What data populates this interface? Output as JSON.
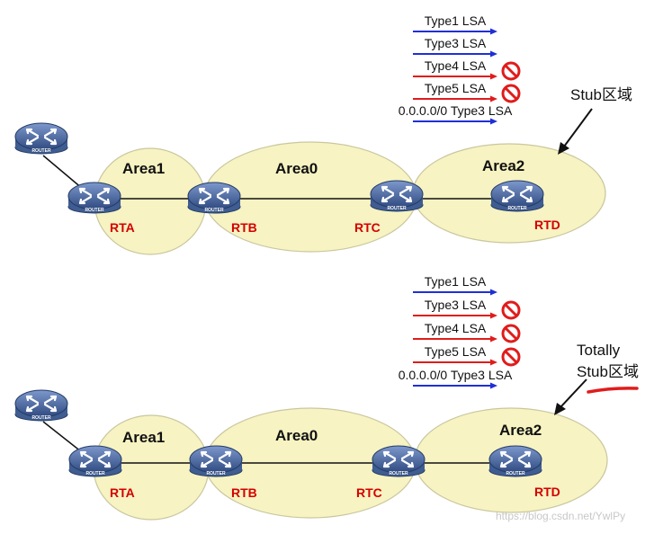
{
  "colors": {
    "area_fill": "#f7f3c2",
    "area_stroke": "#c9c79e",
    "router_body": "#3f5d91",
    "router_top": "#6d8ac2",
    "router_text": "#ffffff",
    "router_name": "#d40000",
    "arrow_allowed": "#1f2fd6",
    "arrow_blocked": "#e01c1c",
    "forbid_sign": "#e01c1c"
  },
  "icons": {
    "router": "router-icon",
    "forbid": "forbidden-sign-icon",
    "pointer": "callout-arrow-icon"
  },
  "router_badge": "ROUTER",
  "diagrams": [
    {
      "id": "stub",
      "areas": [
        "Area1",
        "Area0",
        "Area2"
      ],
      "routers": [
        "RTA",
        "RTB",
        "RTC",
        "RTD"
      ],
      "lsas": [
        {
          "label": "Type1 LSA",
          "blocked": false
        },
        {
          "label": "Type3 LSA",
          "blocked": false
        },
        {
          "label": "Type4 LSA",
          "blocked": true
        },
        {
          "label": "Type5 LSA",
          "blocked": true
        },
        {
          "label": "0.0.0.0/0 Type3 LSA",
          "blocked": false
        }
      ],
      "callout": [
        "Stub区域"
      ]
    },
    {
      "id": "totally-stub",
      "areas": [
        "Area1",
        "Area0",
        "Area2"
      ],
      "routers": [
        "RTA",
        "RTB",
        "RTC",
        "RTD"
      ],
      "lsas": [
        {
          "label": "Type1 LSA",
          "blocked": false
        },
        {
          "label": "Type3 LSA",
          "blocked": true
        },
        {
          "label": "Type4 LSA",
          "blocked": true
        },
        {
          "label": "Type5 LSA",
          "blocked": true
        },
        {
          "label": "0.0.0.0/0 Type3 LSA",
          "blocked": false
        }
      ],
      "callout": [
        "Totally",
        "Stub区域"
      ]
    }
  ],
  "watermark": "https://blog.csdn.net/YwlPy"
}
